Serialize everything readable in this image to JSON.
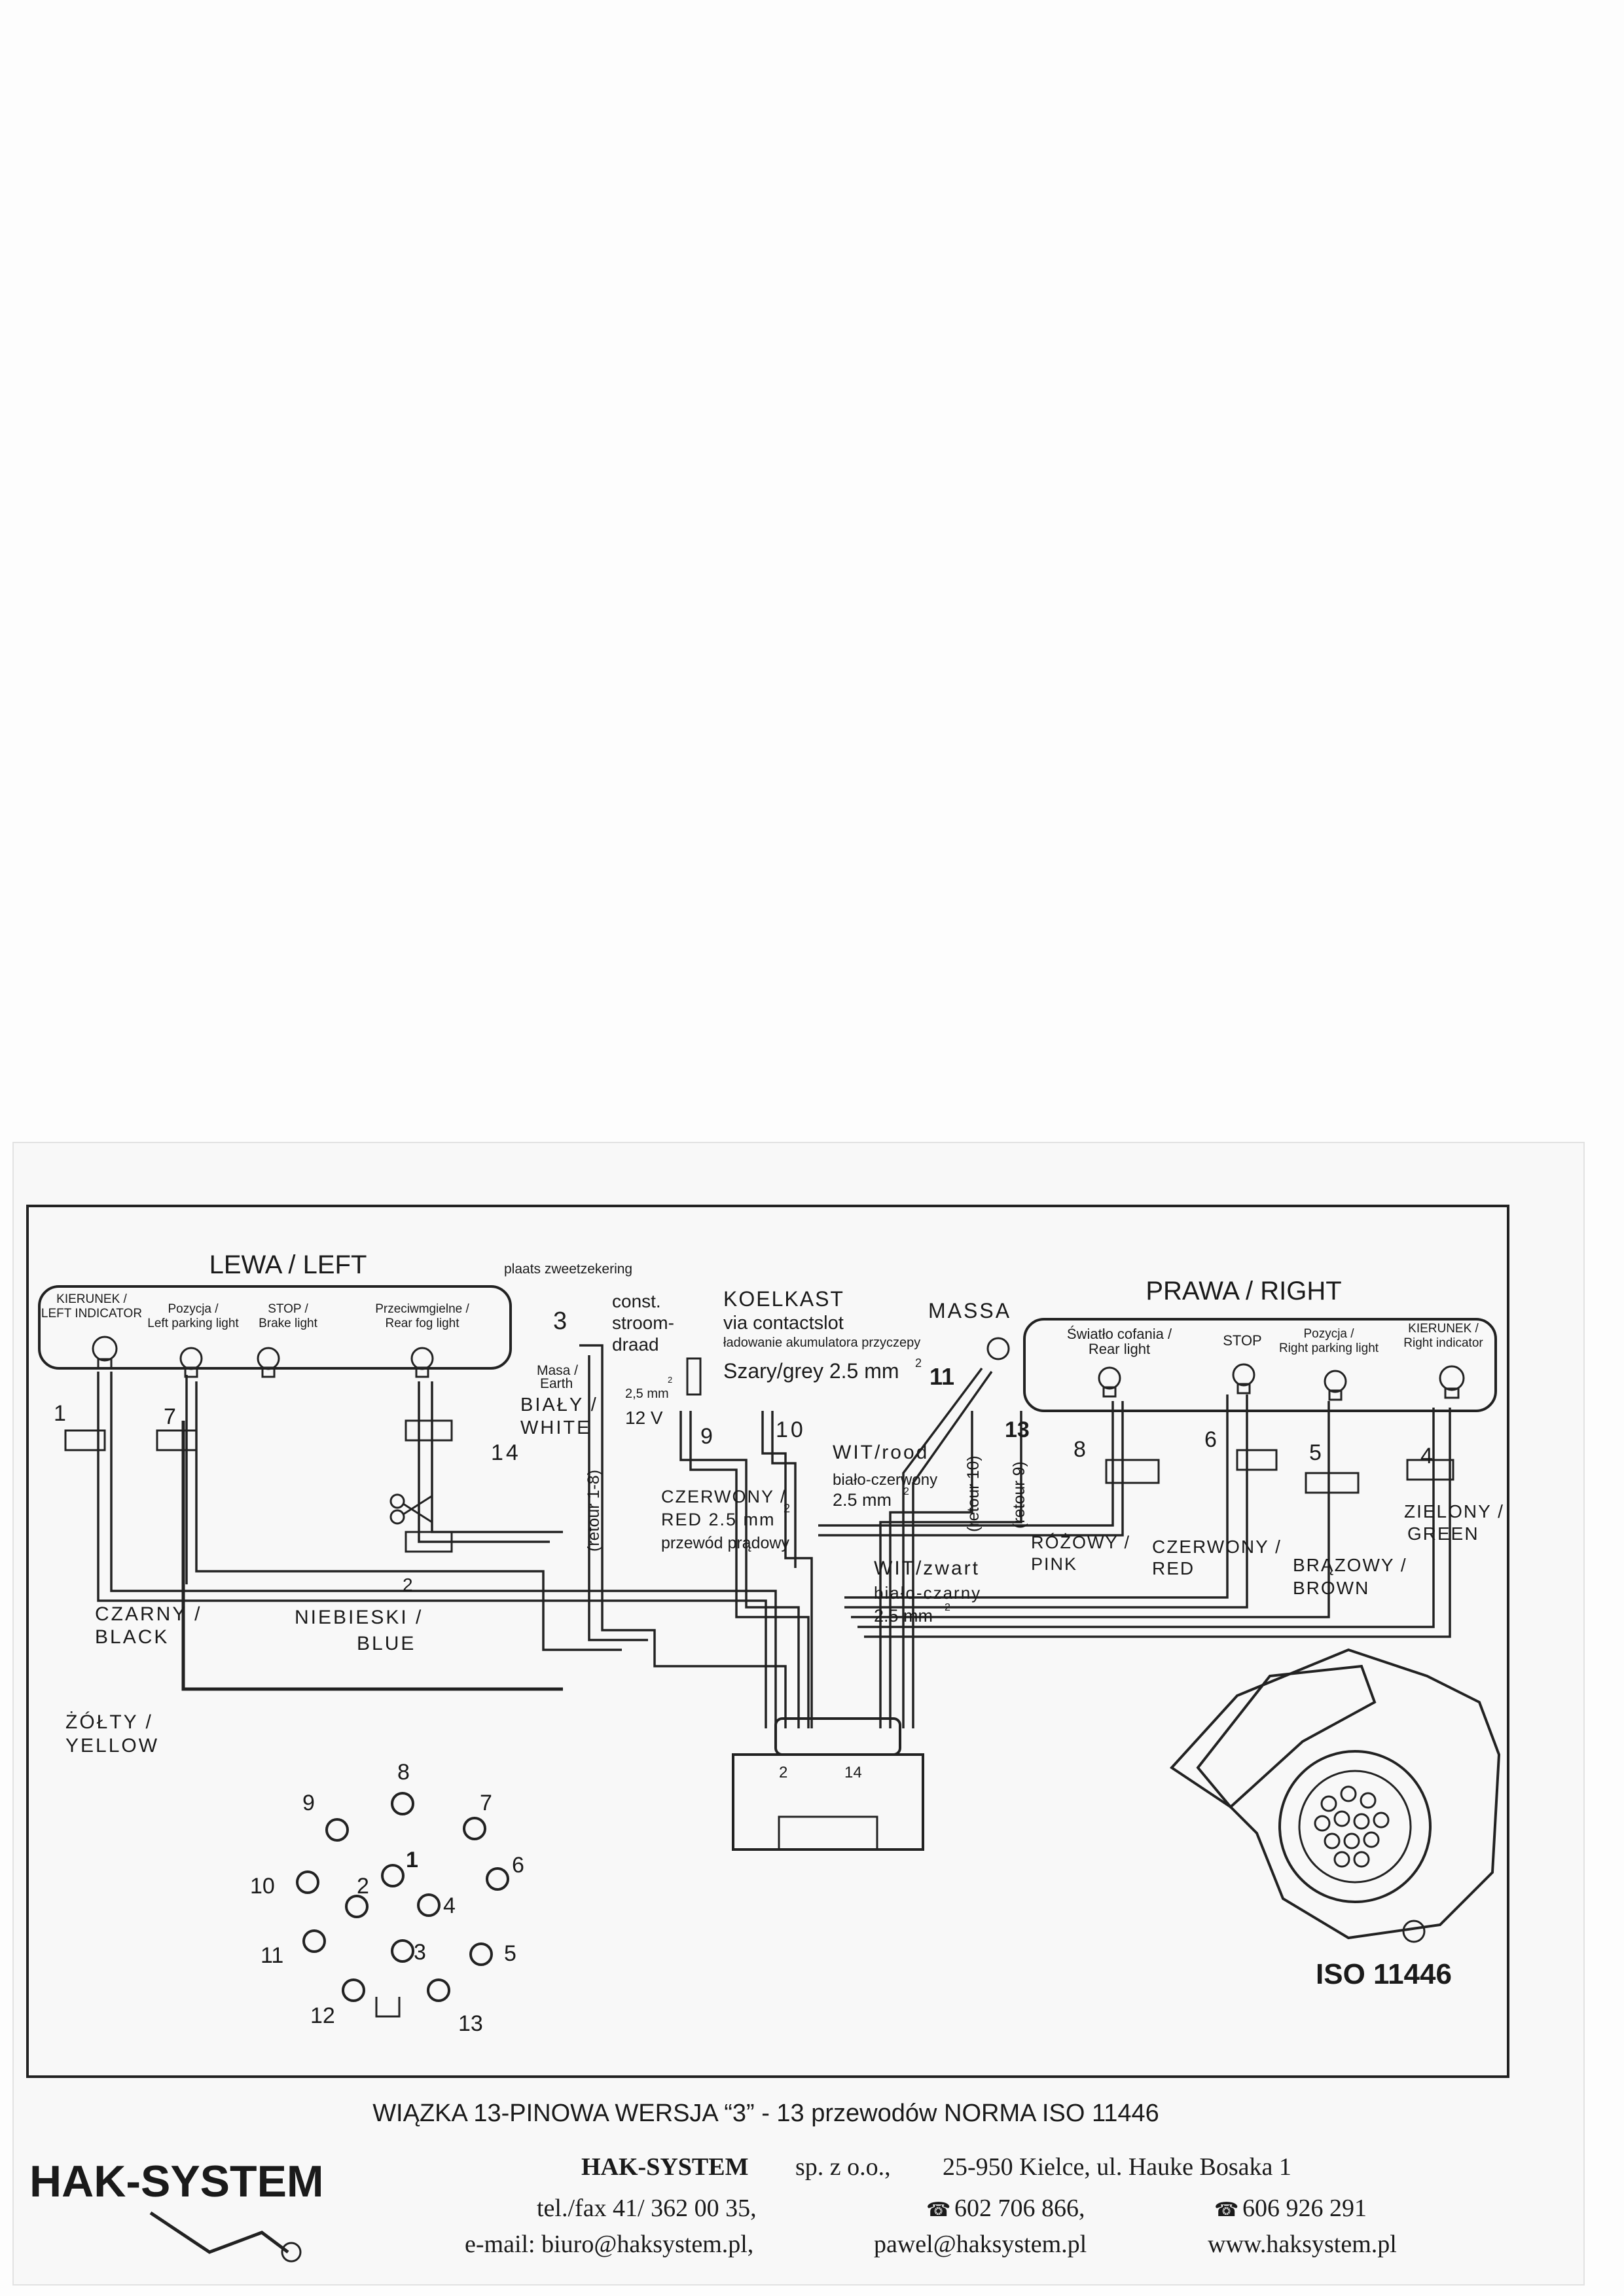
{
  "diagram": {
    "left_title": "LEWA / LEFT",
    "right_title": "PRAWA / RIGHT",
    "left_lamps": {
      "indicator_1": "KIERUNEK /",
      "indicator_2": "LEFT INDICATOR",
      "parking_1": "Pozycja /",
      "parking_2": "Left parking light",
      "stop_1": "STOP /",
      "stop_2": "Brake light",
      "fog_1": "Przeciwmgielne /",
      "fog_2": "Rear fog light"
    },
    "right_lamps": {
      "reverse_1": "Światło cofania /",
      "reverse_2": "Rear light",
      "stop": "STOP",
      "parking_1": "Pozycja /",
      "parking_2": "Right parking light",
      "indicator_1": "KIERUNEK /",
      "indicator_2": "Right indicator"
    },
    "center": {
      "fuse_place": "plaats zweetzekering",
      "const_1": "const.",
      "const_2": "stroom-",
      "const_3": "draad",
      "size_25": "2,5 mm",
      "sup_2": "2",
      "volt": "12 V",
      "masa_1": "Masa /",
      "masa_2": "Earth",
      "white_1": "BIAŁY /",
      "white_2": "WHITE",
      "koelkast_1": "KOELKAST",
      "koelkast_2": "via contactslot",
      "koelkast_3": "ładowanie akumulatora przyczepy",
      "grey": "Szary/grey 2.5 mm",
      "massa": "MASSA",
      "red_1": "CZERWONY /",
      "red_2": "RED 2.5  mm",
      "red_3": "przewód prądowy",
      "witrood_1": "WIT/rood",
      "witrood_2": "biało-czerwony",
      "witrood_3": "2.5 mm",
      "witzwart_1": "WIT/zwart",
      "witzwart_2": "biało-czarny",
      "witzwart_3": "2.5 mm",
      "retour18": "(retour 1-8)",
      "retour10": "(retour 10)",
      "retour9": "(retour 9)"
    },
    "colors": {
      "black_1": "CZARNY /",
      "black_2": "BLACK",
      "blue_1": "NIEBIESKI /",
      "blue_2": "BLUE",
      "yellow_1": "ŻÓŁTY /",
      "yellow_2": "YELLOW",
      "pink_1": "RÓŻOWY /",
      "pink_2": "PINK",
      "red_1": "CZERWONY /",
      "red_2": "RED",
      "brown_1": "BRĄZOWY /",
      "brown_2": "BROWN",
      "green_1": "ZIELONY /",
      "green_2": "GREEN"
    },
    "pins": [
      "1",
      "2",
      "3",
      "4",
      "5",
      "6",
      "7",
      "8",
      "9",
      "10",
      "11",
      "12",
      "13",
      "14"
    ],
    "plug_pins": {
      "p2": "2",
      "p14": "14"
    },
    "iso": "ISO 11446",
    "caption": "WIĄZKA 13-PINOWA WERSJA “3” - 13 przewodów NORMA ISO 11446"
  },
  "footer": {
    "logo": "HAK-SYSTEM",
    "company": "HAK-SYSTEM",
    "company_rest": "sp. z o.o.,",
    "address": "25-950 Kielce, ul. Hauke Bosaka 1",
    "tel": "tel./fax 41/ 362 00 35,",
    "phone1": "602 706 866,",
    "phone2": "606 926 291",
    "email1": "e-mail: biuro@haksystem.pl,",
    "email2": "pawel@haksystem.pl",
    "www": "www.haksystem.pl"
  }
}
